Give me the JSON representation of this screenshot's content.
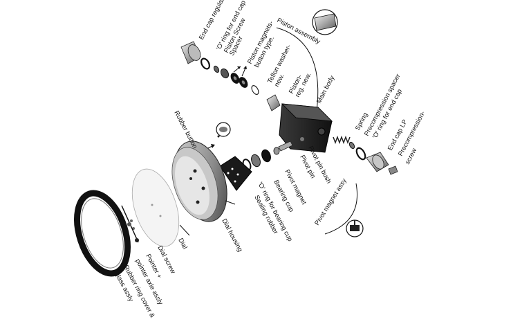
{
  "labels": {
    "end_cap_regular": "End cap regular",
    "o_ring_end_cap_top": "'O' ring for end cap",
    "piston_screw": "Piston Screw",
    "spacer": "Spacer",
    "piston_assembly": "Piston assembly",
    "piston_magnets": "Piston magnets-",
    "button_type": "button type.",
    "teflon_washer": "Teflon washer-",
    "teflon_new": "new.",
    "piston": "Piston-",
    "piston_reg_new": "reg. new.",
    "main_body": "Main body",
    "rubber_button": "Rubber button",
    "spring": "Spring",
    "precompression_spacer": "Precompression spacer",
    "o_ring_end_cap_right": "'O' ring for end cap",
    "end_cap_lp": "End cap LP",
    "precompression_screw_1": "Precompression-",
    "precompression_screw_2": "screw",
    "pivot_pin_bush": "Pivot pin bush",
    "pivot_pin": "Pivot pin",
    "pivot_magnet": "Pivot magnet",
    "pivot_magnet_assy": "Pivot magnet assy",
    "bearing_cup": "Bearing cup",
    "o_ring_bearing_cup": "'O' ring for bearing cup",
    "sealing_rubber": "Sealing rubber",
    "dial_housing": "Dial housing",
    "dial": "Dial",
    "dial_screw": "Dial screw",
    "pointer_1": "Pointer +",
    "pointer_2": "pointer axle assly",
    "rubber_ring_1": "Rubber ring cover &",
    "rubber_ring_2": "glass assly"
  }
}
